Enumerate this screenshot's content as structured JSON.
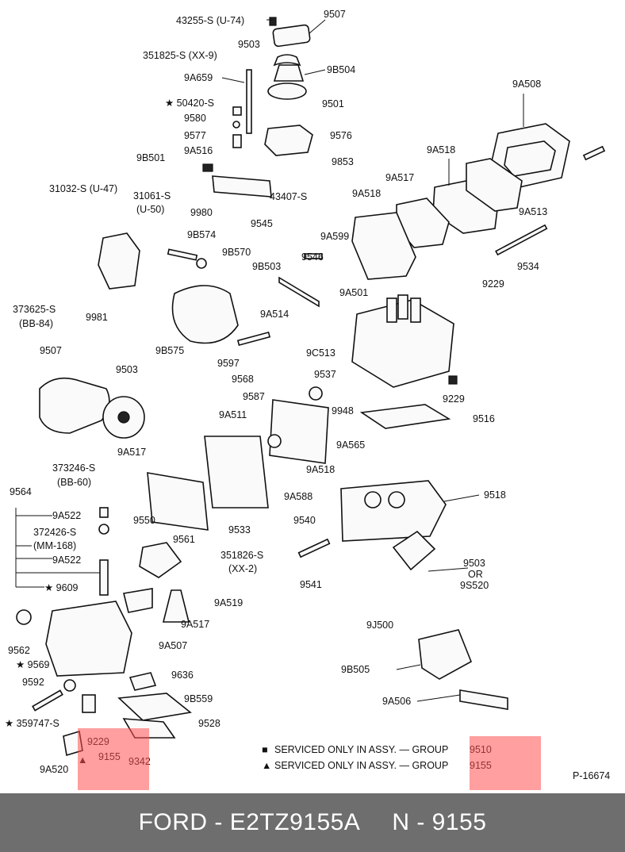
{
  "diagram": {
    "labels": [
      "43255-S (U-74)",
      "9507",
      "351825-S (XX-9)",
      "9503",
      "9B504",
      "9A659",
      "9A508",
      "★ 50420-S",
      "9501",
      "9580",
      "9576",
      "9577",
      "9A518",
      "9A516",
      "9853",
      "9B501",
      "9A517",
      "43407-S",
      "31032-S (U-47)",
      "31061-S",
      "(U-50)",
      "9A518",
      "9545",
      "9A513",
      "9980",
      "9B574",
      "9A599",
      "9546",
      "9B570",
      "9534",
      "9B503",
      "9229",
      "373625-S",
      "(BB-84)",
      "9981",
      "9A501",
      "9A514",
      "9B575",
      "9507",
      "9597",
      "9C513",
      "9503",
      "9568",
      "9537",
      "9587",
      "9229",
      "9948",
      "9516",
      "9A511",
      "9A517",
      "9A565",
      "373246-S",
      "(BB-60)",
      "9564",
      "9A518",
      "9533",
      "9518",
      "9A522",
      "9550",
      "9A588",
      "372426-S",
      "(MM-168)",
      "9561",
      "9540",
      "9A522",
      "351826-S",
      "(XX-2)",
      "9503",
      "OR",
      "9S520",
      "★ 9609",
      "9541",
      "9A519",
      "9562",
      "9A517",
      "9A507",
      "9J500",
      "★ 9569",
      "9636",
      "9B505",
      "9592",
      "9B559",
      "9A506",
      "★ 359747-S",
      "9528",
      "9229",
      "9155",
      "9342",
      "9A520",
      "P-16674"
    ],
    "legend": [
      {
        "symbol": "■",
        "text": "SERVICED ONLY IN ASSY. — GROUP",
        "group": "9510"
      },
      {
        "symbol": "▲",
        "text": "SERVICED ONLY IN ASSY. — GROUP",
        "group": "9155"
      }
    ],
    "highlight_color": "#ff5050"
  },
  "footer": {
    "brand": "FORD - E2TZ9155A",
    "part": "N - 9155"
  }
}
